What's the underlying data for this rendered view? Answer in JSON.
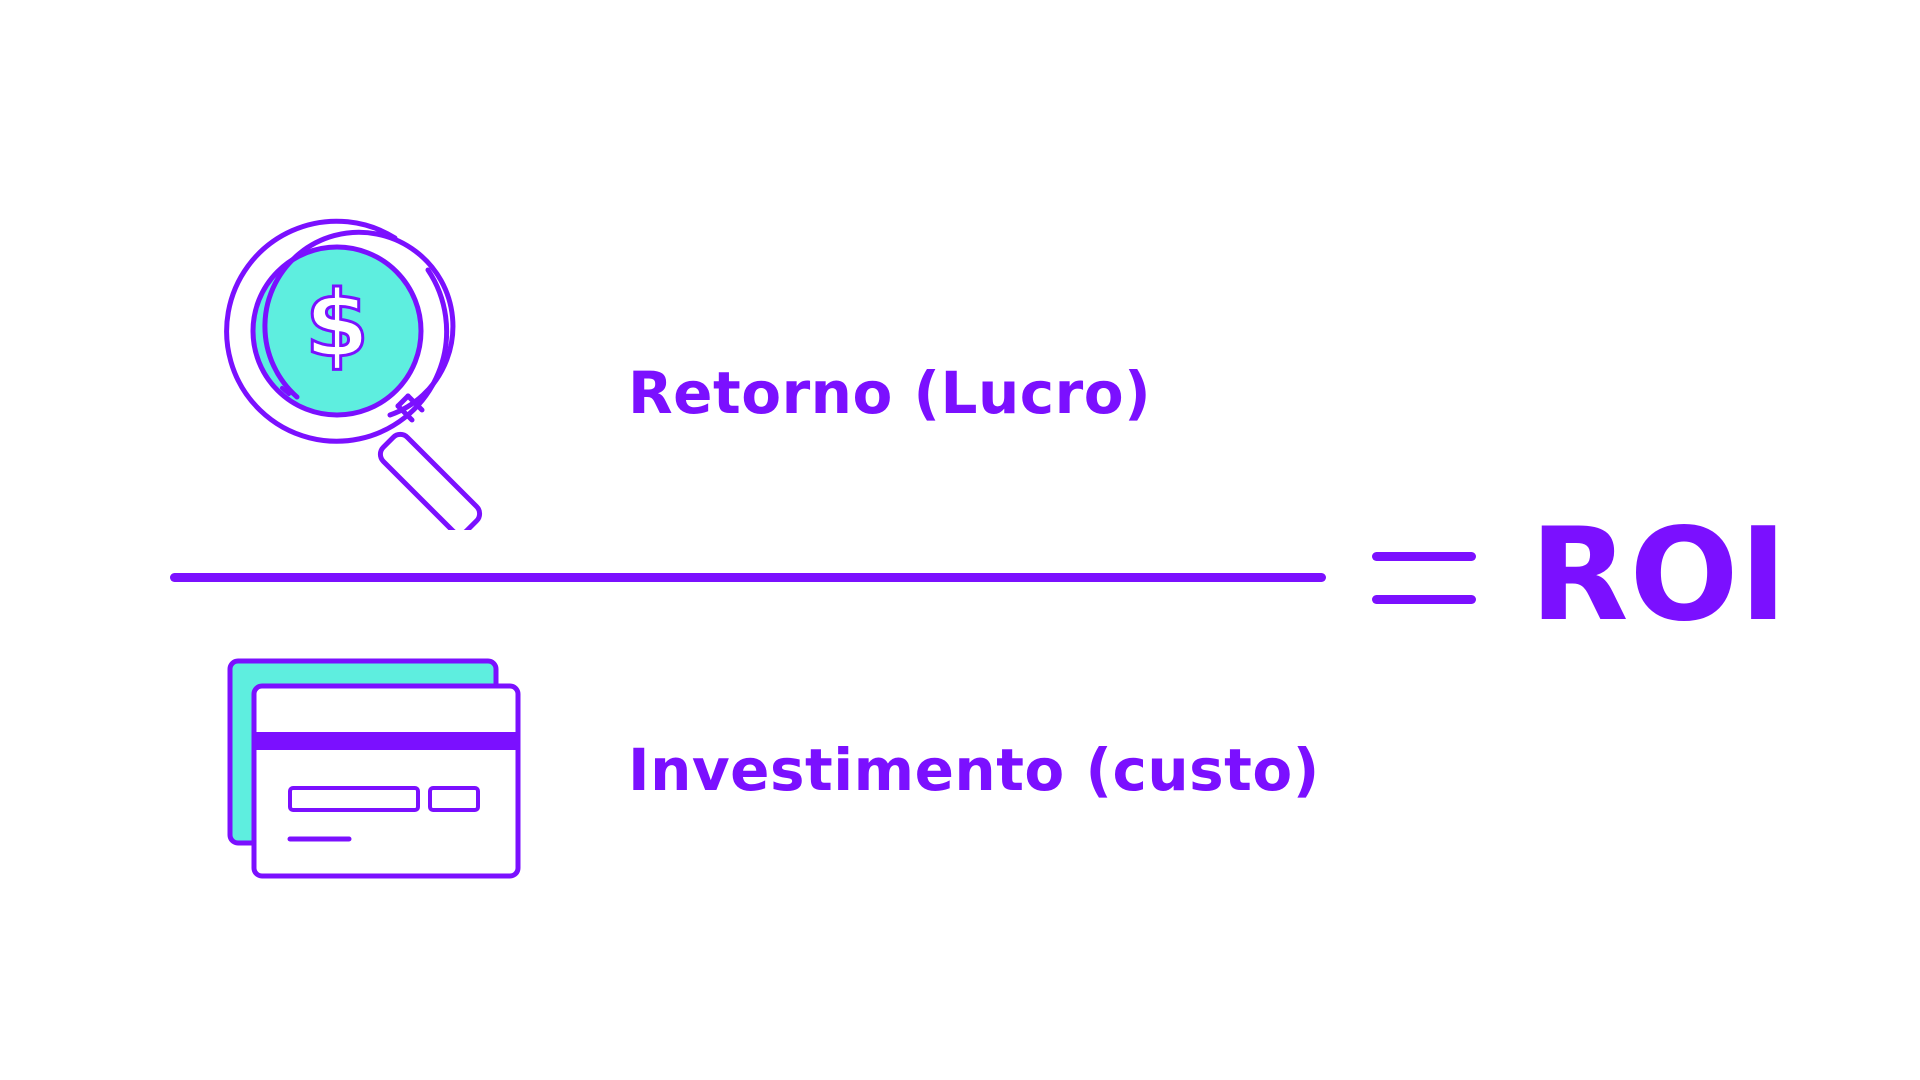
{
  "formula": {
    "numerator": {
      "label": "Retorno (Lucro)",
      "icon": "magnifying-glass-dollar-icon"
    },
    "denominator": {
      "label": "Investimento (custo)",
      "icon": "credit-card-icon"
    },
    "operator": "=",
    "result": "ROI"
  },
  "colors": {
    "primary": "#7B10FF",
    "accent": "#5EEEDF",
    "background": "#FFFFFF"
  }
}
